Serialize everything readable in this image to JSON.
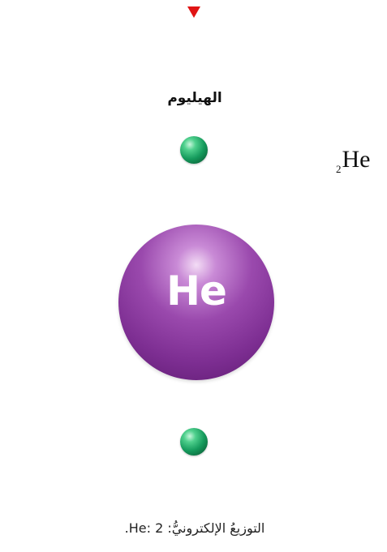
{
  "element": {
    "name_ar": "الهيليوم",
    "atomic_number": "2",
    "symbol": "He",
    "nucleus_label": "He"
  },
  "caption": "التوزيعُ الإلكترونيُّ: 2 :He.",
  "colors": {
    "marker": "#e01414",
    "electron": "#159a5c",
    "nucleus": "#8a3aa0",
    "nucleus_text": "#ffffff"
  },
  "icons": {
    "marker": "down-triangle-icon"
  }
}
